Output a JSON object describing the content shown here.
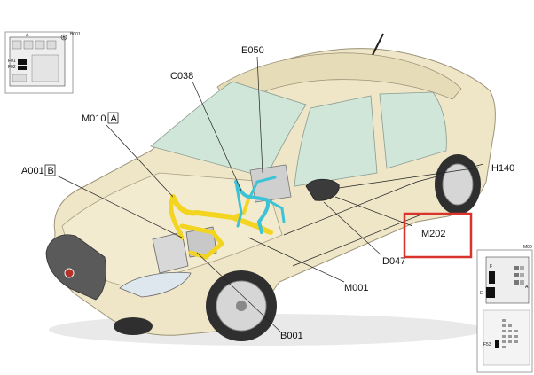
{
  "labels": {
    "e050": "E050",
    "c038": "C038",
    "m010": "M010",
    "m010_box": "A",
    "a001": "A001",
    "a001_box": "B",
    "h140": "H140",
    "m202": "M202",
    "d047": "D047",
    "m001": "M001",
    "b001": "B001"
  },
  "inset_left": {
    "code": "B001",
    "letter_a": "A",
    "letter_b": "B",
    "fuse_1": "F01",
    "fuse_2": "F02"
  },
  "inset_right": {
    "code": "M00",
    "letter_f": "F",
    "letter_e": "E",
    "letter_a": "A",
    "fuse": "F53"
  },
  "highlight_color": "#d9332b",
  "car_color": "#efe6c8",
  "harness_yellow": "#f2d421",
  "harness_cyan": "#3ec3d6"
}
